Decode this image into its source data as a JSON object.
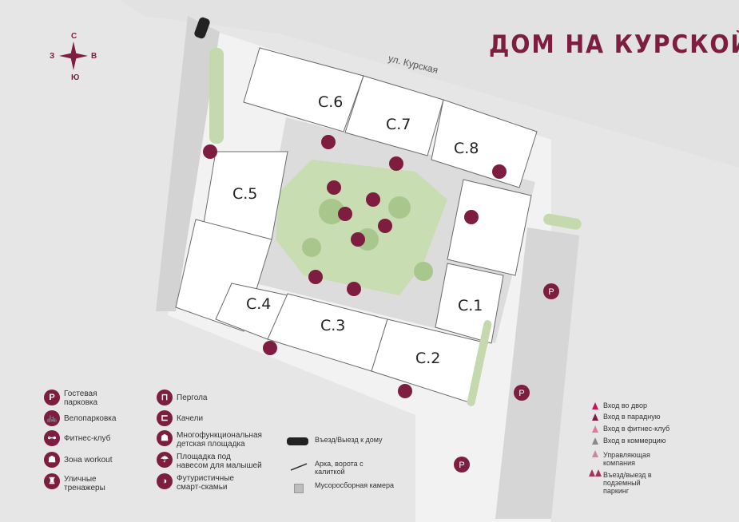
{
  "title": "ДОМ НА КУРСКОЙ",
  "street": "ул. Курская",
  "compass": {
    "n": "С",
    "s": "Ю",
    "w": "З",
    "e": "В"
  },
  "buildings": [
    "С.6",
    "С.7",
    "С.8",
    "С.5",
    "С.4",
    "С.3",
    "С.2",
    "С.1"
  ],
  "colors": {
    "accent": "#7d1d3f",
    "building": "#ffffff",
    "courtyard": "#d9d9d9",
    "green": "#b5cf9a",
    "road": "#cfcfcf"
  },
  "legend_left": [
    {
      "icon": "parking-icon",
      "glyph": "P",
      "text": "Гостевая парковка"
    },
    {
      "icon": "bike-icon",
      "glyph": "🚲",
      "text": "Велопарковка"
    },
    {
      "icon": "fitness-icon",
      "glyph": "⊶",
      "text": "Фитнес-клуб"
    },
    {
      "icon": "workout-icon",
      "glyph": "☗",
      "text": "Зона workout"
    },
    {
      "icon": "trainer-icon",
      "glyph": "♜",
      "text": "Уличные тренажеры"
    }
  ],
  "legend_mid": [
    {
      "icon": "pergola-icon",
      "glyph": "⊓",
      "text": "Пергола"
    },
    {
      "icon": "swing-icon",
      "glyph": "⊏",
      "text": "Качели"
    },
    {
      "icon": "playground-icon",
      "glyph": "☗",
      "text": "Многофункциональная детская площадка"
    },
    {
      "icon": "kids-canopy-icon",
      "glyph": "☂",
      "text": "Площадка под навесом для малышей"
    },
    {
      "icon": "smart-bench-icon",
      "glyph": "◑",
      "text": "Футуристичные смарт-скамьи"
    }
  ],
  "legend_symbols": [
    {
      "icon": "car-icon",
      "text": "Въезд/Выезд к дому"
    },
    {
      "icon": "gate-icon",
      "text": "Арка, ворота с калиткой"
    },
    {
      "icon": "trash-icon",
      "text": "Мусоросборная камера"
    }
  ],
  "legend_entries": [
    {
      "icon": "entrance-yard-marker",
      "color": "#c2185b",
      "text": "Вход во двор"
    },
    {
      "icon": "entrance-lobby-marker",
      "color": "#7d1d3f",
      "text": "Вход в парадную"
    },
    {
      "icon": "entrance-fitness-marker",
      "color": "#e07aa0",
      "text": "Вход в фитнес-клуб"
    },
    {
      "icon": "entrance-commerce-marker",
      "color": "#8a8a8a",
      "text": "Вход в коммерцию"
    },
    {
      "icon": "management-marker",
      "color": "#c98aa0",
      "text": "Управляющая компания"
    },
    {
      "icon": "parking-entry-marker",
      "color": "#a3335a",
      "text": "Въезд/выезд в подземный паркинг"
    }
  ]
}
